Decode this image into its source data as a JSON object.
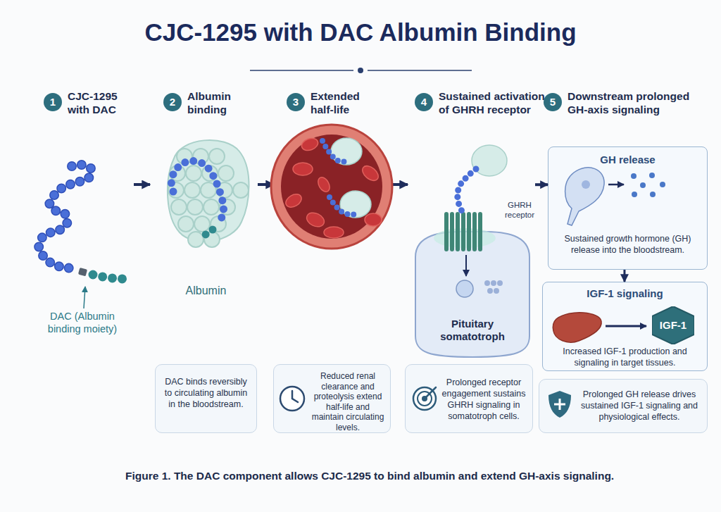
{
  "diagram": {
    "title": "CJC-1295 with DAC Albumin Binding",
    "caption": "Figure 1. The DAC component allows CJC-1295 to bind albumin and extend GH-axis signaling.",
    "nodes": [
      {
        "text": [
          "1",
          "CJC-1295 with DAC"
        ]
      },
      {
        "text": [
          "2",
          "Albumin binding"
        ]
      },
      {
        "text": [
          "3",
          "Extended half-life"
        ]
      },
      {
        "text": [
          "4",
          "Sustained activation of GHRH receptor"
        ]
      },
      {
        "text": [
          "5",
          "Downstream prolonged GH-axis signaling"
        ]
      },
      {
        "text": [
          "Albumin"
        ]
      },
      {
        "text": [
          "Pituitary somatotroph"
        ]
      },
      {
        "text": [
          "GH release",
          "Sustained growth hormone (GH) release into the bloodstream."
        ]
      },
      {
        "text": [
          "IGF-1 signaling",
          "Increased IGF-1 production and signaling in target tissues."
        ]
      },
      {
        "text": [
          "IGF-1"
        ],
        "in": 8
      },
      {
        "text": [
          "DAC binds reversibly to circulating albumin in the bloodstream."
        ]
      },
      {
        "text": [
          "Reduced renal clearance and proteolysis extend half-life and maintain circulating levels."
        ]
      },
      {
        "text": [
          "Prolonged receptor engagement sustains GHRH signaling in somatotroph cells."
        ]
      },
      {
        "text": [
          "Prolonged GH release drives sustained IGF-1 signaling and physiological effects."
        ]
      }
    ],
    "edges": [
      {
        "from": 6,
        "to": 7,
        "arrow": "to"
      },
      {
        "from": 7,
        "to": 8,
        "arrow": "to"
      }
    ],
    "labels": [
      "DAC (Albumin binding moiety)",
      "GHRH receptor"
    ]
  }
}
